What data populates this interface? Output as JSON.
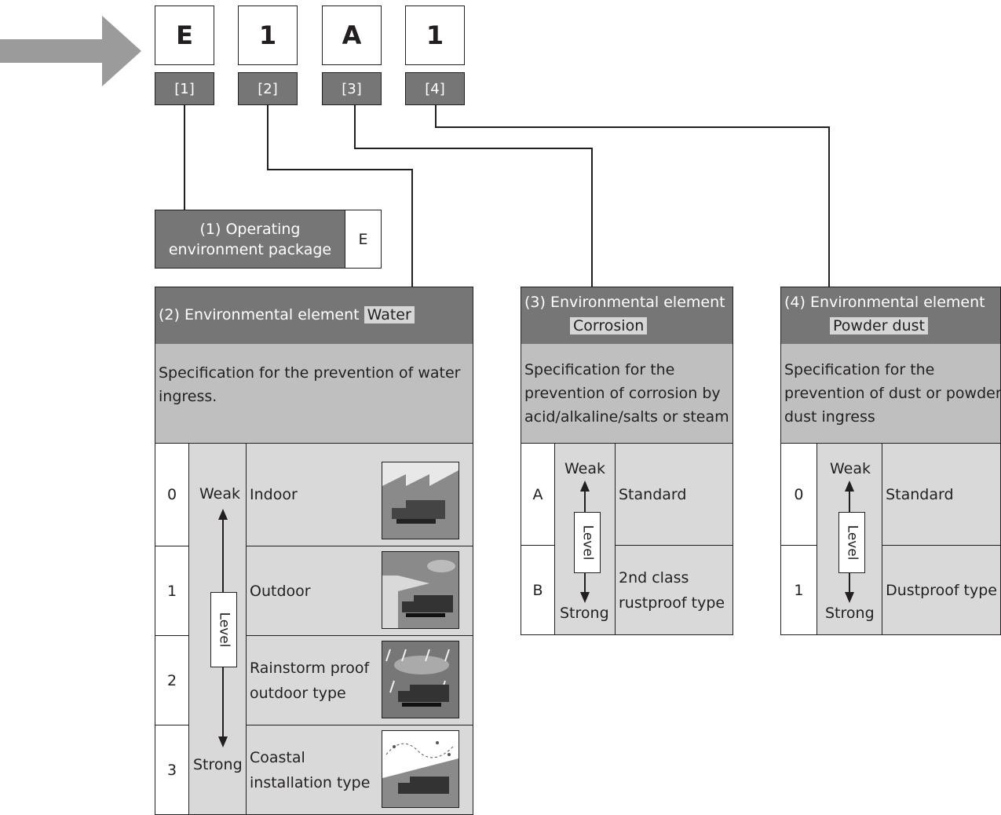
{
  "codes": [
    {
      "letter": "E",
      "tag": "[1]"
    },
    {
      "letter": "1",
      "tag": "[2]"
    },
    {
      "letter": "A",
      "tag": "[3]"
    },
    {
      "letter": "1",
      "tag": "[4]"
    }
  ],
  "package": {
    "title_line1": "(1) Operating",
    "title_line2": "environment package",
    "code": "E"
  },
  "water": {
    "header_prefix": "(2) Environmental element",
    "header_highlight": "Water",
    "description_line1": "Specification for the prevention of water",
    "description_line2": "ingress.",
    "weak": "Weak",
    "strong": "Strong",
    "level": "Level",
    "rows": [
      {
        "num": "0",
        "label_line1": "Indoor",
        "label_line2": "",
        "icon": "indoor-motor-icon"
      },
      {
        "num": "1",
        "label_line1": "Outdoor",
        "label_line2": "",
        "icon": "outdoor-motor-icon"
      },
      {
        "num": "2",
        "label_line1": "Rainstorm proof",
        "label_line2": "outdoor type",
        "icon": "rainstorm-motor-icon"
      },
      {
        "num": "3",
        "label_line1": "Coastal",
        "label_line2": "installation type",
        "icon": "coastal-motor-icon"
      }
    ]
  },
  "corrosion": {
    "header_prefix": "(3) Environmental element",
    "header_highlight": "Corrosion",
    "description_line1": "Specification for the",
    "description_line2": "prevention of corrosion by",
    "description_line3": "acid/alkaline/salts or steam",
    "weak": "Weak",
    "strong": "Strong",
    "level": "Level",
    "rows": [
      {
        "num": "A",
        "label_line1": "Standard",
        "label_line2": ""
      },
      {
        "num": "B",
        "label_line1": "2nd class",
        "label_line2": "rustproof type"
      }
    ]
  },
  "dust": {
    "header_prefix": "(4) Environmental element",
    "header_highlight": "Powder dust",
    "description_line1": "Specification for the",
    "description_line2": "prevention of dust or powder",
    "description_line3": "dust ingress",
    "weak": "Weak",
    "strong": "Strong",
    "level": "Level",
    "rows": [
      {
        "num": "0",
        "label_line1": "Standard",
        "label_line2": ""
      },
      {
        "num": "1",
        "label_line1": "Dustproof type",
        "label_line2": ""
      }
    ]
  },
  "colors": {
    "dark_gray": "#767676",
    "mid_gray": "#bfbfbf",
    "light_gray": "#d9d9d9",
    "arrow_gray": "#9b9b9b"
  }
}
